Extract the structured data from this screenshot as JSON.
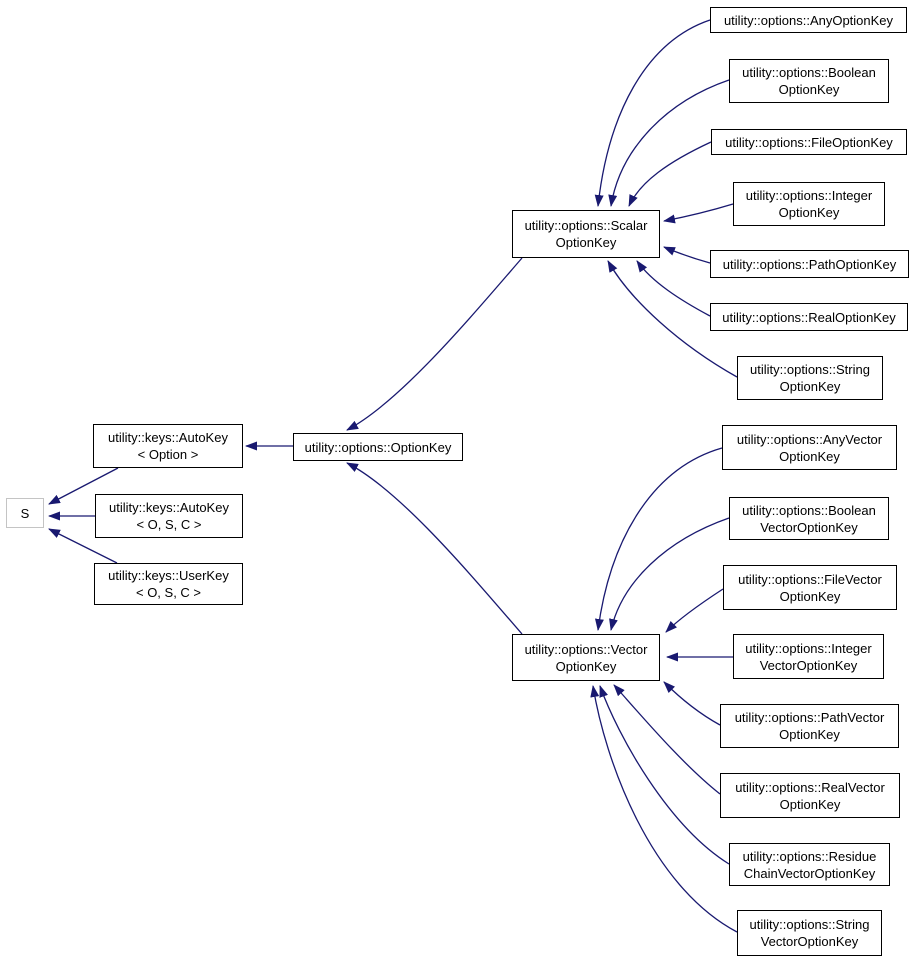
{
  "diagram": {
    "kind": "class-inheritance-graph",
    "colors": {
      "edge": "#191970",
      "node_border": "#000000",
      "external_node_border": "#c4c4c4",
      "node_background": "#ffffff",
      "background": "#ffffff",
      "text": "#000000"
    },
    "nodes": {
      "s": {
        "label": "S"
      },
      "autokey_option": {
        "label": "utility::keys::AutoKey\n< Option >"
      },
      "autokey_osc": {
        "label": "utility::keys::AutoKey\n< O, S, C >"
      },
      "userkey_osc": {
        "label": "utility::keys::UserKey\n< O, S, C >"
      },
      "optionkey": {
        "label": "utility::options::OptionKey"
      },
      "scalar": {
        "label": "utility::options::Scalar\nOptionKey"
      },
      "vector": {
        "label": "utility::options::Vector\nOptionKey"
      },
      "any": {
        "label": "utility::options::AnyOptionKey"
      },
      "boolean": {
        "label": "utility::options::Boolean\nOptionKey"
      },
      "file": {
        "label": "utility::options::FileOptionKey"
      },
      "integer": {
        "label": "utility::options::Integer\nOptionKey"
      },
      "path": {
        "label": "utility::options::PathOptionKey"
      },
      "real": {
        "label": "utility::options::RealOptionKey"
      },
      "string": {
        "label": "utility::options::String\nOptionKey"
      },
      "anyvec": {
        "label": "utility::options::AnyVector\nOptionKey"
      },
      "boolvec": {
        "label": "utility::options::Boolean\nVectorOptionKey"
      },
      "filevec": {
        "label": "utility::options::FileVector\nOptionKey"
      },
      "intvec": {
        "label": "utility::options::Integer\nVectorOptionKey"
      },
      "pathvec": {
        "label": "utility::options::PathVector\nOptionKey"
      },
      "realvec": {
        "label": "utility::options::RealVector\nOptionKey"
      },
      "residuevec": {
        "label": "utility::options::Residue\nChainVectorOptionKey"
      },
      "stringvec": {
        "label": "utility::options::String\nVectorOptionKey"
      }
    },
    "relations": [
      {
        "derived": "utility::keys::AutoKey< Option >",
        "base": "S"
      },
      {
        "derived": "utility::keys::AutoKey< O, S, C >",
        "base": "S"
      },
      {
        "derived": "utility::keys::UserKey< O, S, C >",
        "base": "S"
      },
      {
        "derived": "utility::options::OptionKey",
        "base": "utility::keys::AutoKey< Option >"
      },
      {
        "derived": "utility::options::ScalarOptionKey",
        "base": "utility::options::OptionKey"
      },
      {
        "derived": "utility::options::VectorOptionKey",
        "base": "utility::options::OptionKey"
      },
      {
        "derived": "utility::options::AnyOptionKey",
        "base": "utility::options::ScalarOptionKey"
      },
      {
        "derived": "utility::options::BooleanOptionKey",
        "base": "utility::options::ScalarOptionKey"
      },
      {
        "derived": "utility::options::FileOptionKey",
        "base": "utility::options::ScalarOptionKey"
      },
      {
        "derived": "utility::options::IntegerOptionKey",
        "base": "utility::options::ScalarOptionKey"
      },
      {
        "derived": "utility::options::PathOptionKey",
        "base": "utility::options::ScalarOptionKey"
      },
      {
        "derived": "utility::options::RealOptionKey",
        "base": "utility::options::ScalarOptionKey"
      },
      {
        "derived": "utility::options::StringOptionKey",
        "base": "utility::options::ScalarOptionKey"
      },
      {
        "derived": "utility::options::AnyVectorOptionKey",
        "base": "utility::options::VectorOptionKey"
      },
      {
        "derived": "utility::options::BooleanVectorOptionKey",
        "base": "utility::options::VectorOptionKey"
      },
      {
        "derived": "utility::options::FileVectorOptionKey",
        "base": "utility::options::VectorOptionKey"
      },
      {
        "derived": "utility::options::IntegerVectorOptionKey",
        "base": "utility::options::VectorOptionKey"
      },
      {
        "derived": "utility::options::PathVectorOptionKey",
        "base": "utility::options::VectorOptionKey"
      },
      {
        "derived": "utility::options::RealVectorOptionKey",
        "base": "utility::options::VectorOptionKey"
      },
      {
        "derived": "utility::options::ResidueChainVectorOptionKey",
        "base": "utility::options::VectorOptionKey"
      },
      {
        "derived": "utility::options::StringVectorOptionKey",
        "base": "utility::options::VectorOptionKey"
      }
    ]
  }
}
